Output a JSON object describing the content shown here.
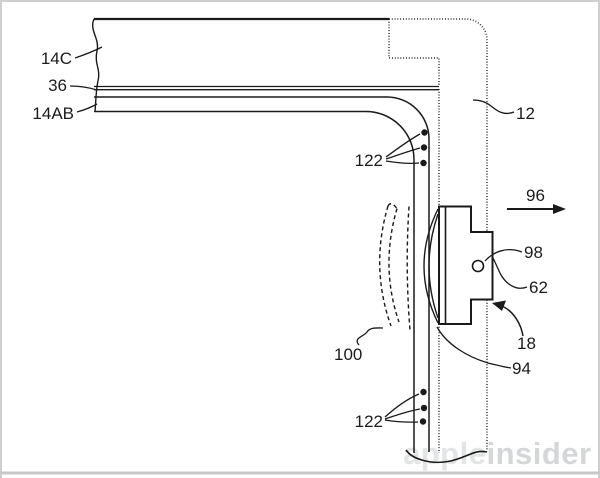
{
  "figure": {
    "type": "patent-cross-section-drawing",
    "labels": {
      "cover_glass": "14C",
      "adhesive_layer": "36",
      "display_layer": "14AB",
      "dots_top": "122",
      "housing": "12",
      "direction_arrow": "96",
      "hole": "98",
      "bracket": "62",
      "mount_arrow": "18",
      "lens": "94",
      "phantom_bend": "100",
      "dots_bottom": "122"
    },
    "colors": {
      "line": "#1a1a1a",
      "stipple_line": "#333333",
      "watermark_left": "#e3e4e5",
      "watermark_right": "#d4d6d7",
      "frame": "#cfcfcf"
    },
    "watermark": {
      "left": "apple",
      "right": "insider"
    }
  }
}
